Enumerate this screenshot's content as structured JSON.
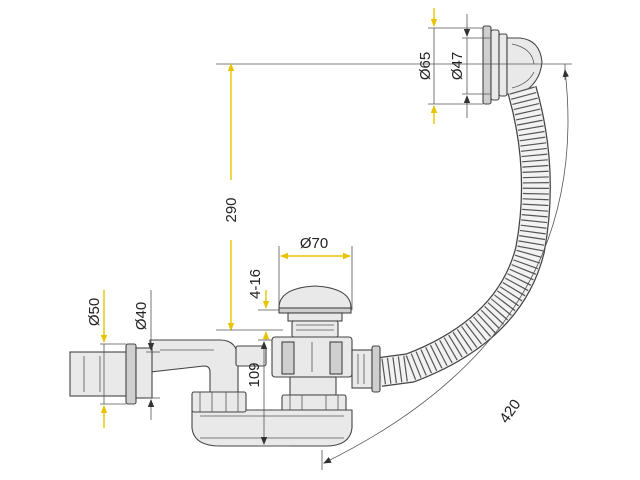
{
  "figure": {
    "dimensions": {
      "d65": "Ø65",
      "d47": "Ø47",
      "h290": "290",
      "d70": "Ø70",
      "r4_16": "4-16",
      "d50": "Ø50",
      "d40": "Ø40",
      "h109": "109",
      "l420": "420"
    }
  },
  "colors": {
    "outline": "#444444",
    "part_fill": "#e9e9e9",
    "dimension_arrow": "#e8c400",
    "background": "#ffffff"
  }
}
